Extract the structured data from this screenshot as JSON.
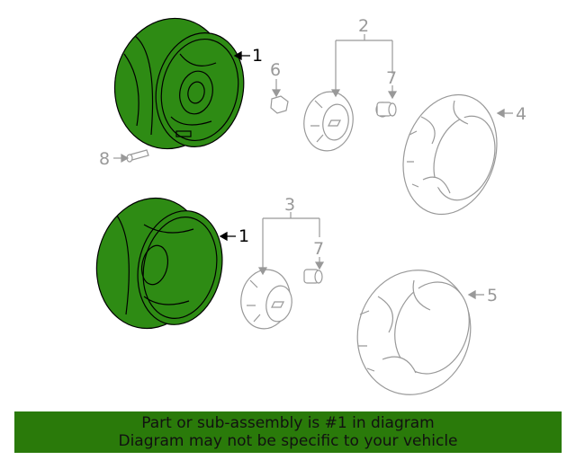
{
  "callouts": {
    "c1a": "1",
    "c1b": "1",
    "c2": "2",
    "c3": "3",
    "c4": "4",
    "c5": "5",
    "c6": "6",
    "c7a": "7",
    "c7b": "7",
    "c8": "8"
  },
  "banner": {
    "line1": "Part or sub-assembly is #1 in diagram",
    "line2": "Diagram may not be specific to your vehicle"
  },
  "colors": {
    "highlight": "#2e8b14",
    "banner_bg": "#2a7a0a",
    "line_gray": "#9a9a9a",
    "outline": "#000000"
  }
}
